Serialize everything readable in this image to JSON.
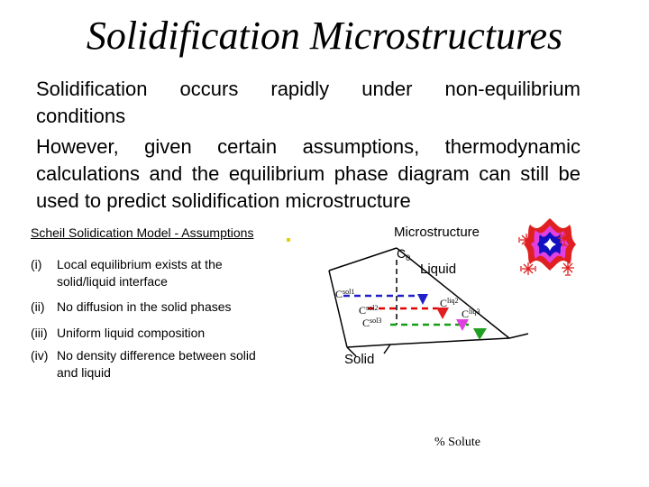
{
  "title": "Solidification Microstructures",
  "para1": {
    "line1_words": [
      "Solidification",
      "occurs",
      "rapidly",
      "under",
      "non-equilibrium"
    ],
    "line2": "conditions"
  },
  "para2": "However, given certain assumptions, thermodynamic calculations and the equilibrium phase diagram can still be used to predict solidification microstructure",
  "scheil": {
    "heading": "Scheil Solidication Model - Assumptions",
    "items": [
      {
        "num": "(i)",
        "text": "Local equilibrium exists at the solid/liquid interface"
      },
      {
        "num": "(ii)",
        "text": "No diffusion in the solid phases"
      },
      {
        "num": "(iii)",
        "text": "Uniform liquid composition"
      },
      {
        "num": "(iv)",
        "text": "No density difference between solid and liquid"
      }
    ]
  },
  "diagram": {
    "microstructure_label": "Microstructure",
    "c0_label": "C",
    "c0_sub": "0",
    "liquid_label": "Liquid",
    "solid_label": "Solid",
    "xaxis_label": "% Solute",
    "csol1_main": "C",
    "csol1_sup": "sol1",
    "csol2_main": "C",
    "csol2_sup": "sol2",
    "csol3_main": "C",
    "csol3_sup": "sol3",
    "cliq2_main": "C",
    "cliq2_sup": "liq2",
    "cliq3_main": "C",
    "cliq3_sup": "liq3",
    "colors": {
      "tie1": "#2020c8",
      "tie2": "#e00000",
      "tie3": "#10a010",
      "marker_liq2": "#e02020",
      "marker_liq3": "#e040e0",
      "marker_green": "#20a020",
      "crystal_outer": "#e02020",
      "crystal_mid": "#e040e0",
      "crystal_inner": "#1010c0",
      "dendrite": "#e02020"
    }
  }
}
